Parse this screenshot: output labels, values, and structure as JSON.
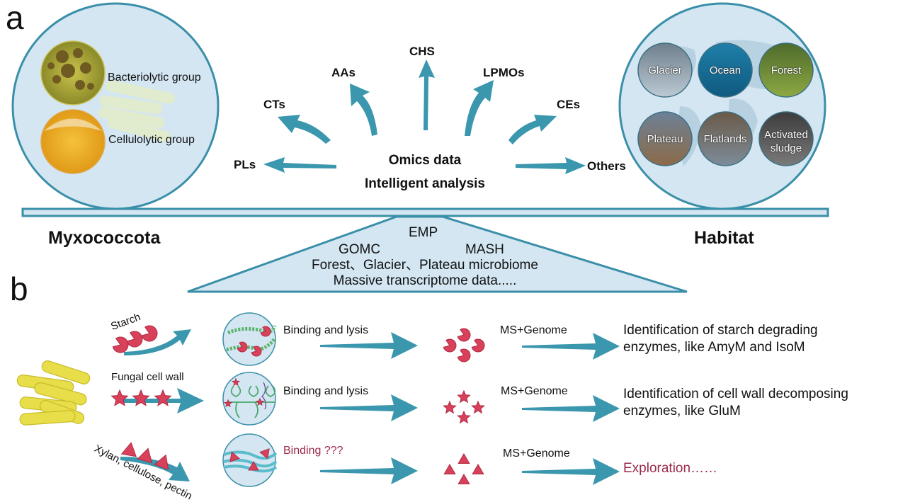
{
  "colors": {
    "arrow": "#3a97ad",
    "circle_fill": "#d3e6f2",
    "circle_stroke": "#3a8fa8",
    "substrate_red": "#d9415a",
    "unknown_text": "#9b2a4a",
    "bacteria_yellow": "#e8de4a"
  },
  "panel_a": {
    "letter": "a",
    "left_circle": {
      "groups": [
        {
          "label": "Bacteriolytic group",
          "icon": "bacteriolytic-colony-image"
        },
        {
          "label": "Cellulolytic group",
          "icon": "cellulolytic-colony-image"
        }
      ]
    },
    "enzyme_families": [
      "PLs",
      "CTs",
      "AAs",
      "CHS",
      "LPMOs",
      "CEs",
      "Others"
    ],
    "center_text": [
      "Omics data",
      "Intelligent analysis"
    ],
    "right_circle": {
      "habitats": [
        "Glacier",
        "Ocean",
        "Forest",
        "Plateau",
        "Flatlands",
        "Activated sludge"
      ]
    },
    "beam_left_label": "Myxococcota",
    "beam_right_label": "Habitat",
    "fulcrum_text": [
      "EMP",
      "GOMC",
      "MASH",
      "Forest、Glacier、Plateau microbiome",
      "Massive  transcriptome data....."
    ]
  },
  "panel_b": {
    "letter": "b",
    "rows": [
      {
        "substrate": "Starch",
        "substrate_shape": "pacman",
        "step": "Binding and lysis",
        "analysis": "MS+Genome",
        "result": [
          "Identification of starch degrading",
          "enzymes, like AmyM and IsoM"
        ],
        "unknown": false
      },
      {
        "substrate": "Fungal cell wall",
        "substrate_shape": "star",
        "step": "Binding and lysis",
        "analysis": "MS+Genome",
        "result": [
          "Identification of cell wall decomposing",
          "enzymes, like GluM"
        ],
        "unknown": false
      },
      {
        "substrate": "Xylan, cellulose, pectin",
        "substrate_shape": "triangle",
        "step": "Binding ???",
        "analysis": "MS+Genome",
        "result": [
          "Exploration……"
        ],
        "unknown": true
      }
    ]
  }
}
